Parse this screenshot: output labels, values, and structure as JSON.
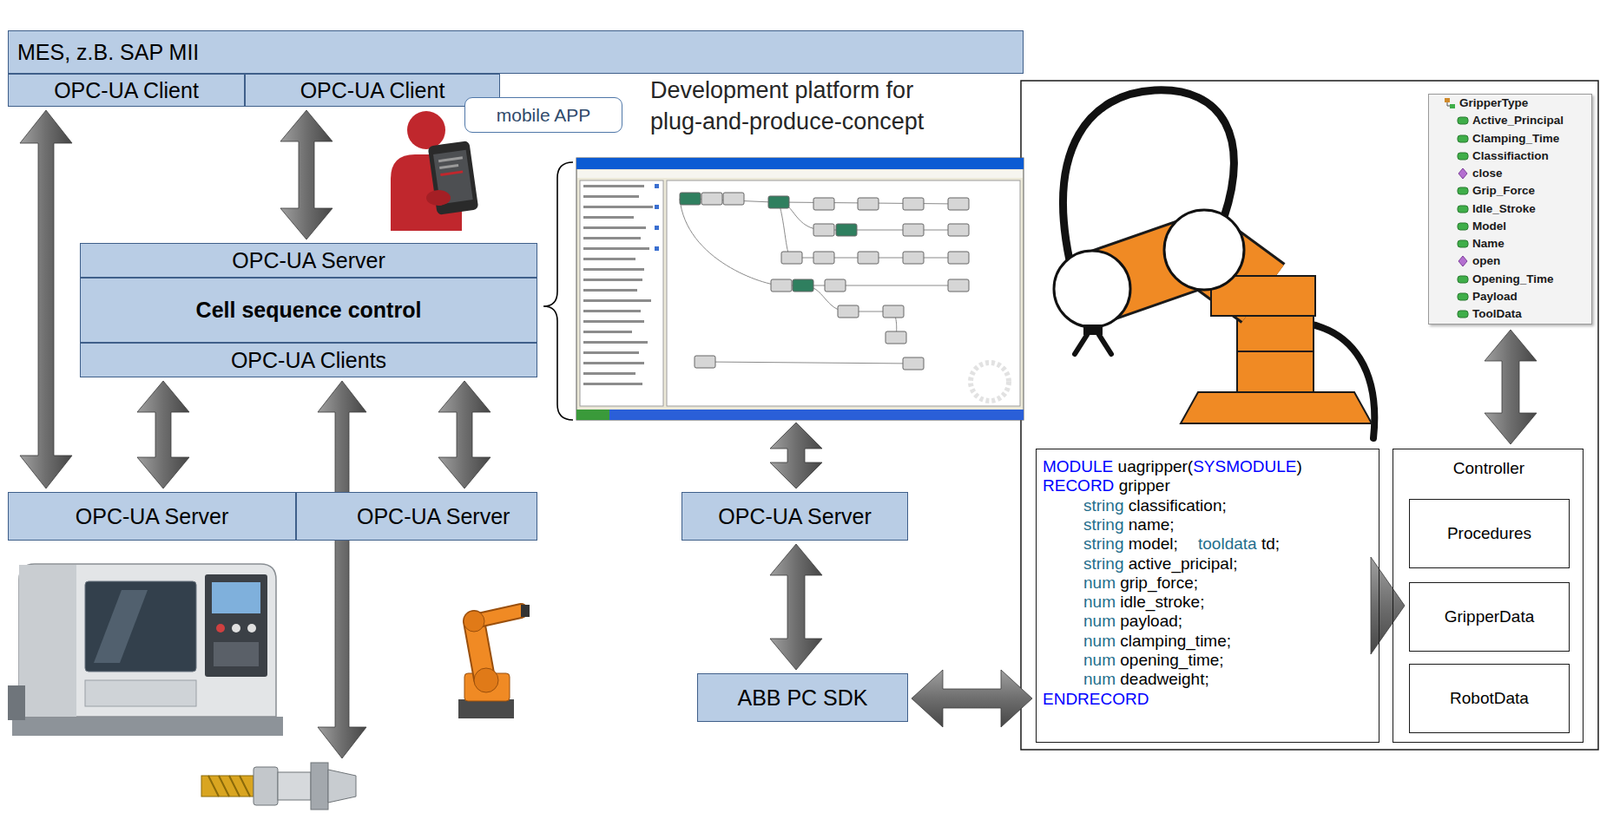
{
  "diagram": {
    "nodes": [
      {
        "text": [
          "MES, z.B. SAP MII"
        ]
      },
      {
        "text": [
          "OPC-UA Client"
        ]
      },
      {
        "text": [
          "OPC-UA Client"
        ]
      },
      {
        "text": [
          "mobile APP"
        ]
      },
      {
        "text": [
          "GripperType",
          "Active_Principal",
          "Clamping_Time",
          "Classifiaction",
          "close",
          "Grip_Force",
          "Idle_Stroke",
          "Model",
          "Name",
          "open",
          "Opening_Time",
          "Payload",
          "ToolData"
        ]
      },
      {
        "text": [
          "OPC-UA Server"
        ]
      },
      {
        "text": [
          "Cell sequence control"
        ]
      },
      {
        "text": [
          "OPC-UA Clients"
        ]
      },
      {
        "text": [
          "OPC-UA Server"
        ]
      },
      {
        "text": [
          "OPC-UA Server"
        ]
      },
      {
        "text": [
          "OPC-UA Server"
        ]
      },
      {
        "text": [
          "MODULE uagripper(SYSMODULE)",
          "RECORD gripper",
          "string classification;",
          "string name;",
          "string model;",
          "tooldata td;",
          "string active_pricipal;",
          "num grip_force;",
          "num idle_stroke;",
          "num payload;",
          "num clamping_time;",
          "num opening_time;",
          "num deadweight;",
          "ENDRECORD"
        ]
      },
      {
        "text": [
          "Controller"
        ]
      },
      {
        "text": [
          "Procedures"
        ],
        "in": 12
      },
      {
        "text": [
          "GripperData"
        ],
        "in": 12
      },
      {
        "text": [
          "RobotData"
        ],
        "in": 12
      },
      {
        "text": [
          "ABB PC SDK"
        ]
      }
    ],
    "edges": [
      {
        "from": 1,
        "to": 8,
        "arrow": "both"
      },
      {
        "from": 2,
        "to": 5,
        "arrow": "both"
      },
      {
        "from": 7,
        "to": 8,
        "arrow": "both"
      },
      {
        "from": 7,
        "to": 9,
        "arrow": "both"
      },
      {
        "from": 10,
        "to": 16,
        "arrow": "both"
      },
      {
        "from": 16,
        "to": 11,
        "arrow": "both"
      },
      {
        "from": 11,
        "to": 12,
        "arrow": "to"
      },
      {
        "from": 4,
        "to": 12,
        "arrow": "both"
      }
    ],
    "labels": [
      "Development platform for plug-and-produce-concept"
    ]
  }
}
